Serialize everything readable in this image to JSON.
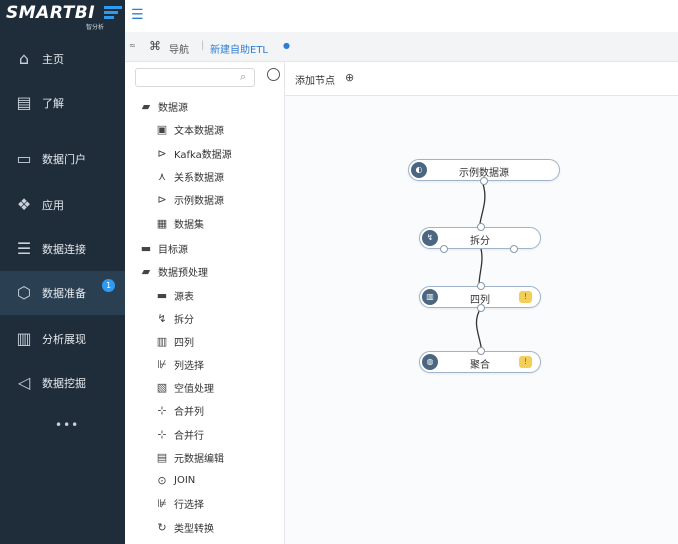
{
  "brand": {
    "name": "SMARTBI",
    "subtitle": "智分析"
  },
  "topbar": {
    "menu_toggle_glyph": "☰"
  },
  "nav": {
    "items": [
      {
        "label": "主页",
        "icon": "home-icon",
        "glyph": "⌂"
      },
      {
        "label": "了解",
        "icon": "book-icon",
        "glyph": "▤"
      },
      {
        "label": "数据门户",
        "icon": "monitor-icon",
        "glyph": "▭"
      },
      {
        "label": "应用",
        "icon": "apps-icon",
        "glyph": "❖"
      },
      {
        "label": "数据连接",
        "icon": "database-icon",
        "glyph": "☰"
      },
      {
        "label": "数据准备",
        "icon": "cube-icon",
        "glyph": "⬡"
      },
      {
        "label": "分析展现",
        "icon": "chart-icon",
        "glyph": "▥"
      },
      {
        "label": "数据挖掘",
        "icon": "send-icon",
        "glyph": "◁"
      }
    ],
    "active_index": 5,
    "badge": "1",
    "more": "•••"
  },
  "breadcrumb": {
    "side": "≈",
    "home_icon": "⌘",
    "home": "导航",
    "separator": "|",
    "tab": "新建自助ETL",
    "tab_dot": "●"
  },
  "tree": {
    "search_placeholder": "",
    "search_value": "",
    "search_glyph": "⌕",
    "items": [
      {
        "label": "数据源",
        "icon": "folder-open-icon",
        "glyph": "▰",
        "level": 0
      },
      {
        "label": "文本数据源",
        "icon": "text-source-icon",
        "glyph": "▣",
        "level": 1
      },
      {
        "label": "Kafka数据源",
        "icon": "kafka-icon",
        "glyph": "⊳",
        "level": 1
      },
      {
        "label": "关系数据源",
        "icon": "relational-icon",
        "glyph": "⋏",
        "level": 1
      },
      {
        "label": "示例数据源",
        "icon": "sample-icon",
        "glyph": "⊳",
        "level": 1
      },
      {
        "label": "数据集",
        "icon": "dataset-icon",
        "glyph": "▦",
        "level": 1
      },
      {
        "label": "目标源",
        "icon": "folder-icon",
        "glyph": "▬",
        "level": 0
      },
      {
        "label": "数据预处理",
        "icon": "folder-open-icon",
        "glyph": "▰",
        "level": 0
      },
      {
        "label": "源表",
        "icon": "folder-icon",
        "glyph": "▬",
        "level": 1
      },
      {
        "label": "拆分",
        "icon": "split-icon",
        "glyph": "↯",
        "level": 1
      },
      {
        "label": "四列",
        "icon": "column-icon",
        "glyph": "▥",
        "level": 1
      },
      {
        "label": "列选择",
        "icon": "column-select-icon",
        "glyph": "⊮",
        "level": 1
      },
      {
        "label": "空值处理",
        "icon": "null-handle-icon",
        "glyph": "▧",
        "level": 1
      },
      {
        "label": "合并列",
        "icon": "merge-column-icon",
        "glyph": "⊹",
        "level": 1
      },
      {
        "label": "合并行",
        "icon": "merge-row-icon",
        "glyph": "⊹",
        "level": 1
      },
      {
        "label": "元数据编辑",
        "icon": "metadata-icon",
        "glyph": "▤",
        "level": 1
      },
      {
        "label": "JOIN",
        "icon": "join-icon",
        "glyph": "⊙",
        "level": 1
      },
      {
        "label": "行选择",
        "icon": "row-select-icon",
        "glyph": "⊯",
        "level": 1
      },
      {
        "label": "类型转换",
        "icon": "type-convert-icon",
        "glyph": "↻",
        "level": 1
      }
    ]
  },
  "canvas_toolbar": {
    "label": "添加节点",
    "icon_glyph": "⊕"
  },
  "flow": {
    "nodes": [
      {
        "label": "示例数据源",
        "icon": "source-node-icon",
        "glyph": "◐",
        "warn": false
      },
      {
        "label": "拆分",
        "icon": "split-node-icon",
        "glyph": "↯",
        "warn": false
      },
      {
        "label": "四列",
        "icon": "column-node-icon",
        "glyph": "▥",
        "warn": true
      },
      {
        "label": "聚合",
        "icon": "aggregate-node-icon",
        "glyph": "◍",
        "warn": true
      }
    ],
    "warn_glyph": "!",
    "colors": {
      "node_border": "#9fb3c9",
      "icon_bg": "#4a6680",
      "warn_bg": "#f3cf5a",
      "link": "#333333"
    }
  },
  "colors": {
    "nav_bg": "#1f2d3a",
    "nav_active": "#2b3f52",
    "accent": "#2e9bf0",
    "link": "#2e7dd2"
  }
}
